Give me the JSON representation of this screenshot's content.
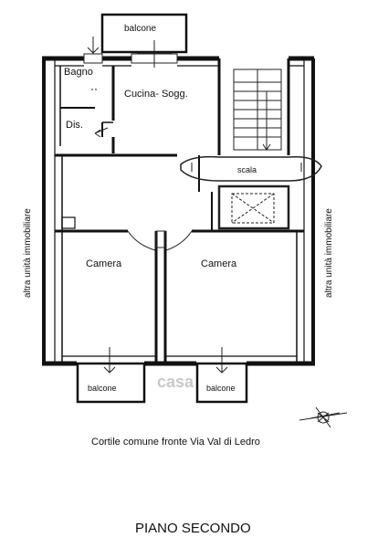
{
  "rooms": {
    "bagno": "Bagno",
    "dis": "Dis.",
    "cucina": "Cucina- Sogg.",
    "scala": "scala",
    "camera_left": "Camera",
    "camera_right": "Camera"
  },
  "balconies": {
    "top": "balcone",
    "bottom_left": "balcone",
    "bottom_right": "balcone"
  },
  "side_labels": {
    "left": "altra unità immobiliare",
    "right": "altra unità immobiliare"
  },
  "courtyard_label": "Cortile comune fronte Via Val di Ledro",
  "floor_title": "PIANO SECONDO",
  "watermark": "casa",
  "colors": {
    "wall": "#111111",
    "line": "#222222",
    "background": "#ffffff"
  }
}
